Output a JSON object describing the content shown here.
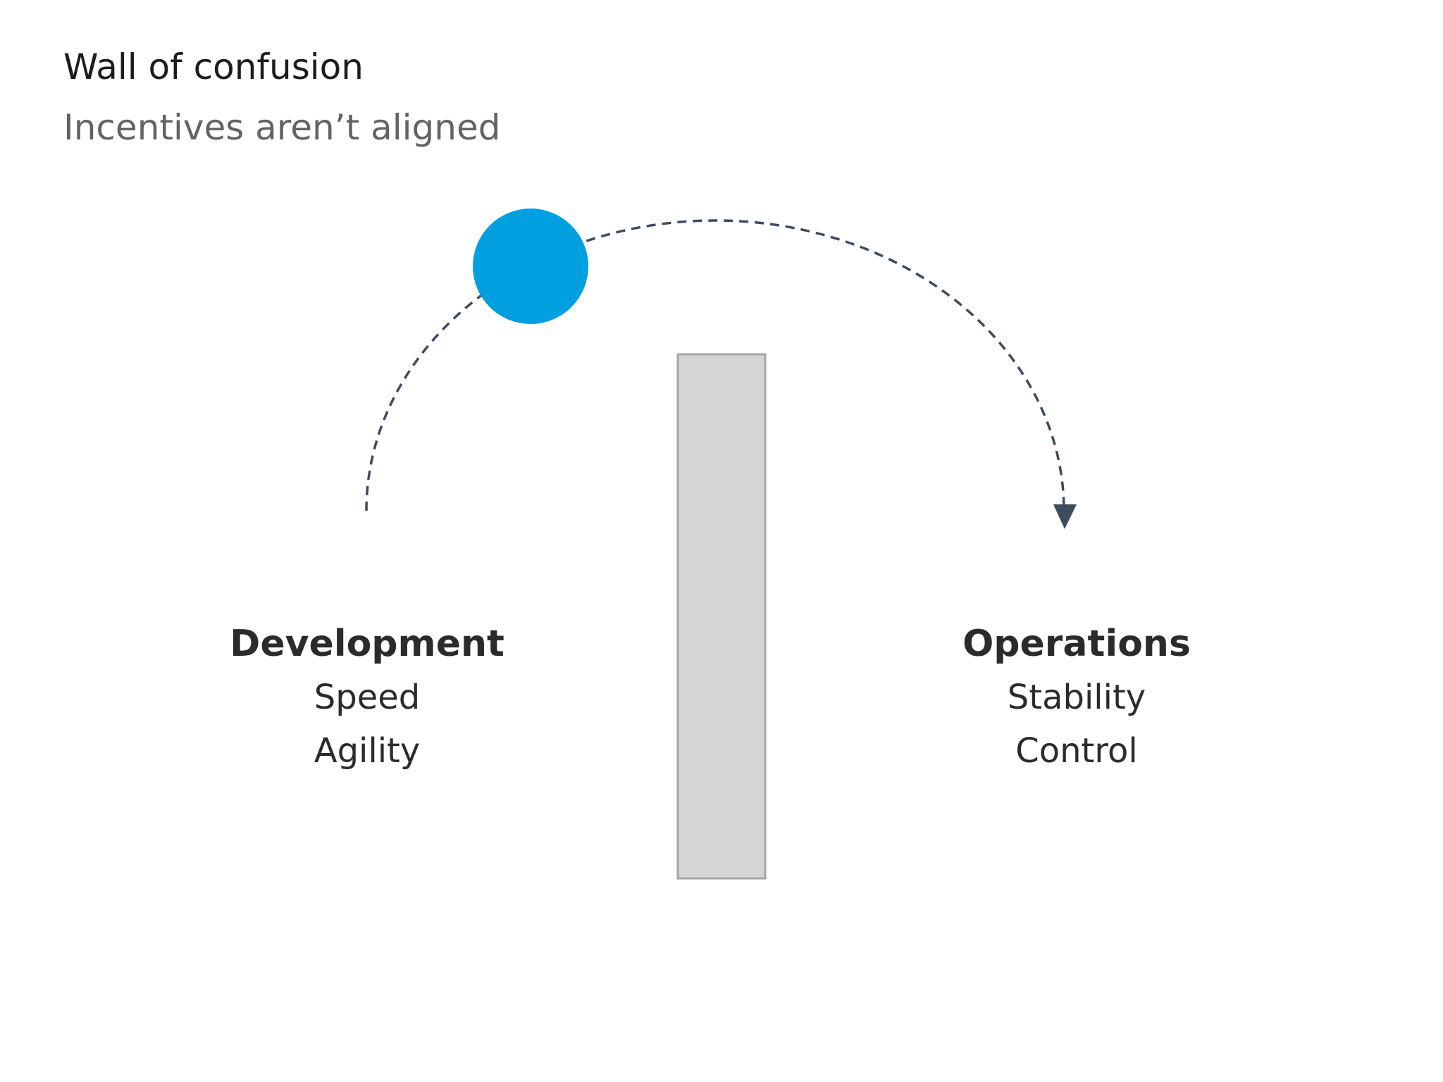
{
  "slide": {
    "title": "Wall of confusion",
    "subtitle": "Incentives aren’t aligned"
  },
  "diagram": {
    "left": {
      "heading": "Development",
      "items": [
        "Speed",
        "Agility"
      ]
    },
    "right": {
      "heading": "Operations",
      "items": [
        "Stability",
        "Control"
      ]
    },
    "icons": {
      "arrowhead": "down-triangle"
    },
    "colors": {
      "ball": "#009FE0",
      "arc": "#3E4B5C",
      "arrowhead": "#3E4B5C",
      "wall_fill": "#D6D4D4",
      "wall_border": "#A7A5A5",
      "title_text": "#1C1C1C",
      "subtitle_text": "#636363",
      "label_text": "#2B2B2B"
    }
  }
}
